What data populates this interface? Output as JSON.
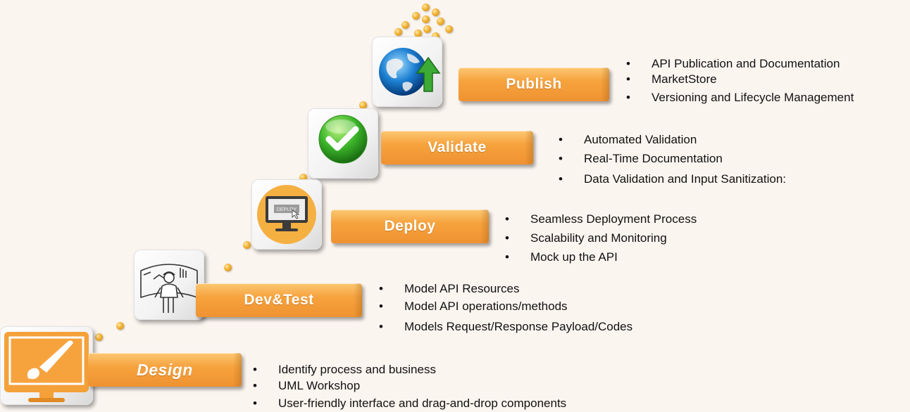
{
  "steps": [
    {
      "key": "publish",
      "label": "Publish",
      "icon": "globe-upload-icon",
      "bullets": [
        "API Publication and Documentation",
        "MarketStore",
        "Versioning and Lifecycle Management"
      ]
    },
    {
      "key": "validate",
      "label": "Validate",
      "icon": "checkmark-icon",
      "bullets": [
        "Automated Validation",
        "Real-Time Documentation",
        "Data Validation and Input Sanitization:"
      ]
    },
    {
      "key": "deploy",
      "label": "Deploy",
      "icon": "deploy-monitor-icon",
      "icon_text": "DEPLOY",
      "bullets": [
        "Seamless Deployment Process",
        "Scalability and Monitoring",
        "Mock up the API"
      ]
    },
    {
      "key": "devtest",
      "label": "Dev&Test",
      "icon": "developer-screens-icon",
      "bullets": [
        "Model API Resources",
        "Model API operations/methods",
        "Models Request/Response Payload/Codes"
      ]
    },
    {
      "key": "design",
      "label": "Design",
      "icon": "paintbrush-monitor-icon",
      "bullets": [
        "Identify process and business",
        "UML Workshop",
        "User-friendly interface and drag-and-drop components"
      ]
    }
  ],
  "colors": {
    "bar_orange": "#f6a33e",
    "dot_gold": "#f2b233",
    "background": "#fbf5f0"
  }
}
